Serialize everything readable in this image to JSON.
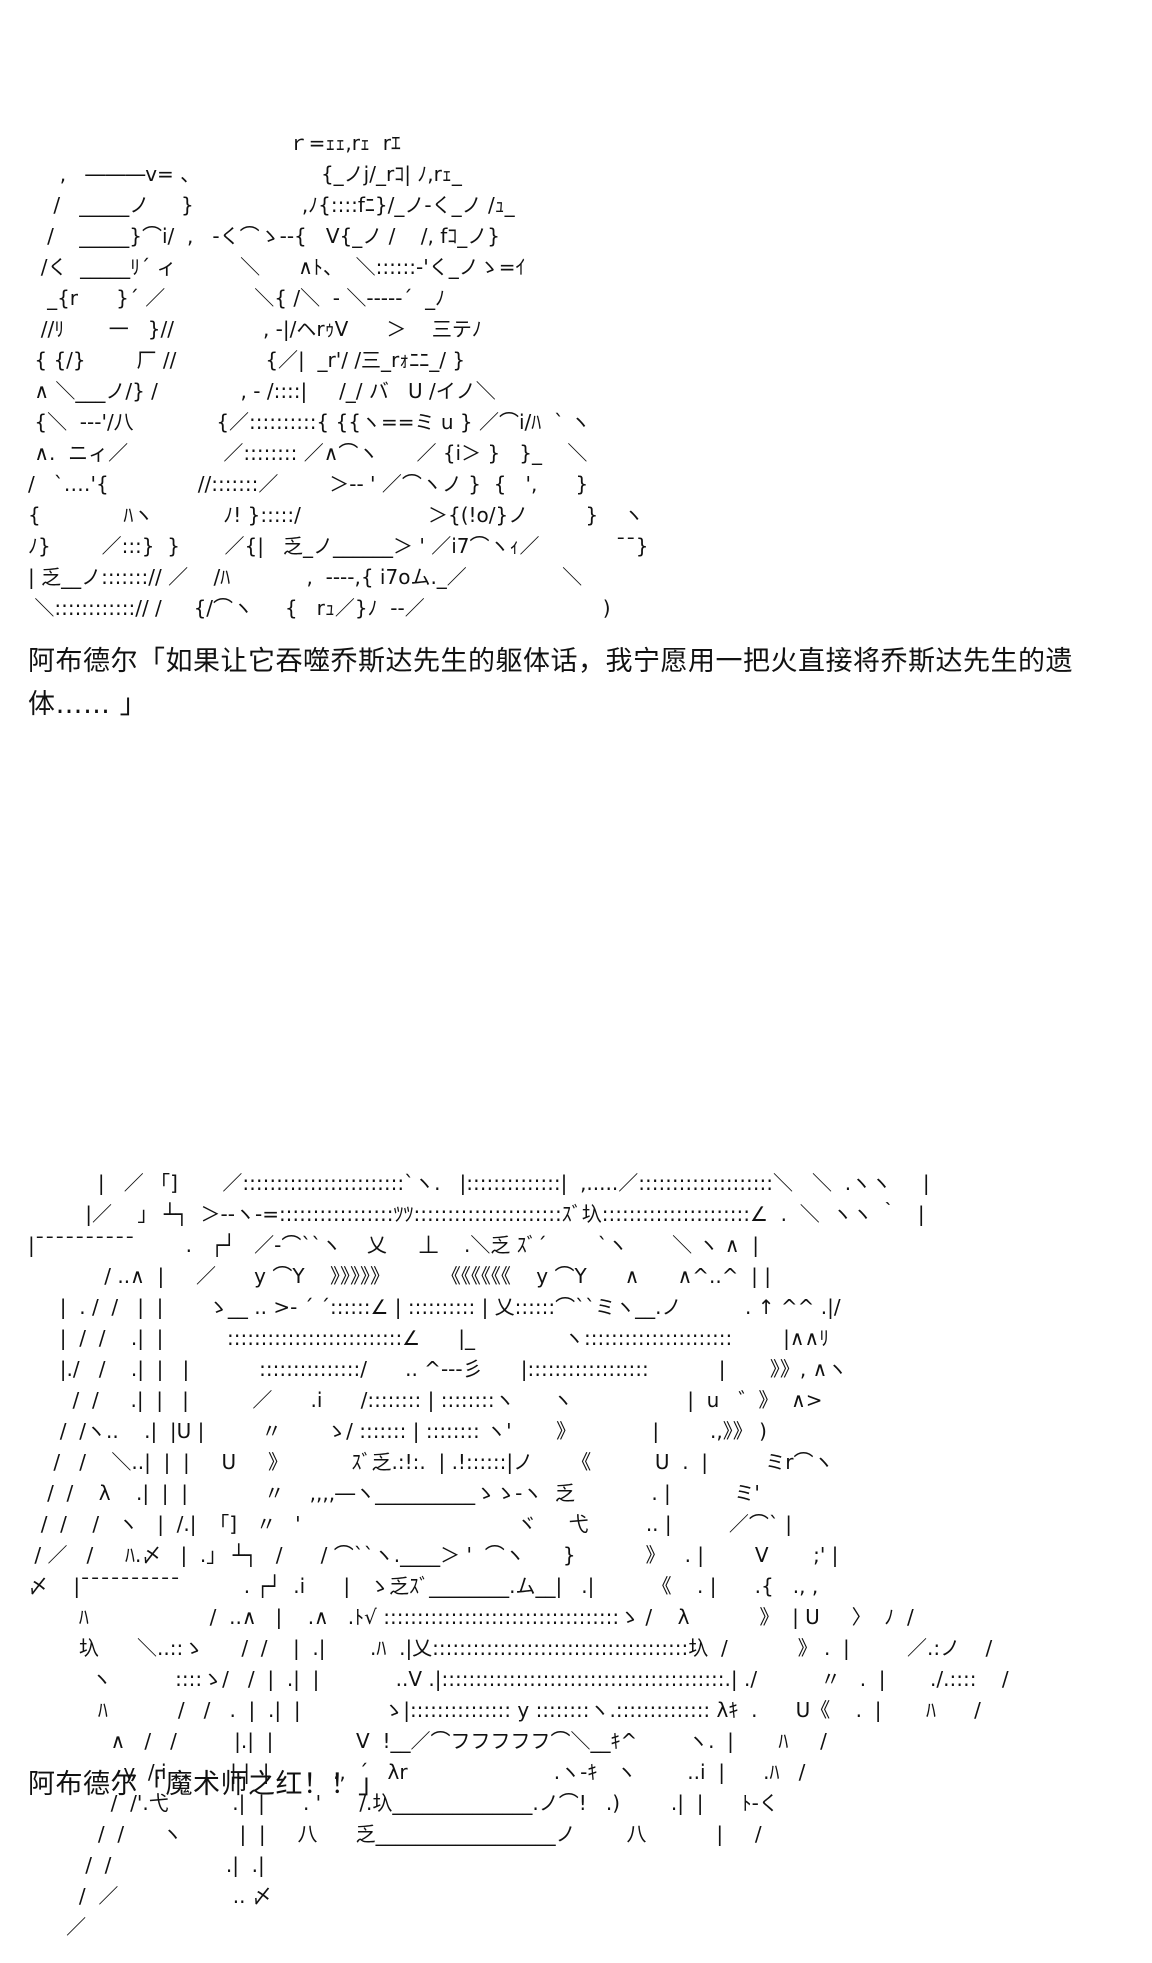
{
  "panel1": {
    "ascii_art": "                                         ｒ=ｪｪ,rｪ  rｴ\n     ,   ―――v= 、                   {_ノj/_rｺ| ﾉ,rｪ_\n    /   _____ノ     }                 ,ﾉ{::::fﾆ}/_ノ‐く_ノ /ｭ_\n   /    _____}⌒i/  ,   ‐く⌒ゝ‐-{   V{_ノ /    /, fｺ_ノ}\n  /く  _____ﾘ´ ィ          ＼      ∧ﾄ、  ＼::::::‐'く_ノゝ=ｲ\n   _{r      }´ ／              ＼{ /＼  ‐ ＼-----´  _ﾉ\n  //ﾘ       一   }//              , ‐|/ヘrｩV      ＞    三テﾉ\n { {/}        厂 //              {／|  _r'/ /三_rｫﾆﾆ_/ }\n ∧ ＼___ノ/} /             , ‐ /::::|     /_/ バ   U /イノ＼\n {＼  ‐‐‐'/八             {／::::::::::{ {{ヽ==ミ u } ／⌒i/ﾊ  ` ヽ\n ∧.  ニィ／               ／:::::::: ／∧⌒ヽ      ／ {i＞ }   }_    ＼\n/   `‥‥'{              //:::::::／        ＞‐‐ ' ／⌒ヽノ }  {   ',      }\n{             ﾊヽ           ﾉ! }:::::/                    ＞{(!o/}ノ         }    ヽ\nﾉ}        ／:::}  }       ／{|   乏_ノ______＞ ' ／i7⌒ヽｨ／            ¯¯}\n| 乏__ノ:::::::// ／    /ﾊ            ,  ‐‐‐‐,{ i7oム._／               ＼\n ＼::::::::::::// /     {/⌒ヽ     {   rｭ／}ﾉ  ‐‐／                            )",
    "caption": "阿布德尔「如果让它吞噬乔斯达先生的躯体话，我宁愿用一把火直接将乔斯达先生的遗体…… 」"
  },
  "panel2": {
    "ascii_art": "           |   ／ 「]       ／::::::::::::::::::::::::`ヽ.   |::::::::::::::|  ,.....／::::::::::::::::::::＼   ＼  .ヽヽ     |\n         |／    」 ┴┐  ＞‐‐ヽ‐=:::::::::::::::::ﾂﾂ::::::::::::::::::::::ｽﾞ圦::::::::::::::::::::::∠  .  ＼  ヽヽ ｀   |\n|¯¯¯¯¯¯¯¯¯¯        .   ┌┘   ／‐⌒``ヽ    乂     丄    .＼乏 ｽﾞ´        `ヽ       ＼ ヽ ∧  |\n            / ..∧  |     ／      y ⌒Y    》》》》》        《《《《《《    y ⌒Y      ∧      ∧^..^  | |\n     |  . /  /   |  |       ゝ__ .. >‐ ´ ´::::::∠ | :::::::::: | 乂::::::⌒``ミヽ__.ノ          . ↑ ^^ .|/\n     |  /  /    .|  |          ::::::::::::::::::::::::::∠      |_              ヽ::::::::::::::::::::::        |∧∧ﾘ\n     |./   /    .|  |   |           :::::::::::::::/      .. ^‐‐-彡      |::::::::::::::::::           |       》》, ∧ヽ\n       /  /     .|  |   |          ／      .i      /:::::::: | ::::::::ヽ      ヽ                  |  u   ゛》  ∧>\n     /  /ヽ..    .|  |U |         〃       ゝ/ ::::::: | :::::::: ヽ'       》            |        .,》》 )\n    /   /    ＼..|  |  |     U     》          ｽﾞ乏.:!:.  | .!::::::|ノ      《          U  .  |         ミr⌒ヽ\n   /  /    λ    .|  |  |            〃    ,,,,―ヽ__________ゝゝ‐ヽ  乏            . |          ミ'\n  /  /    /   ヽ   |  /.|  「]   〃   '                                  ヾ     弋         .. |         ／⌒` |\n / ／   /     ﾊ.〆   |  .」 ┴┐   /      / ⌒``ヽ.____＞ '  ⌒ヽ      }           》   . |        V       ;' |\n〆    |¯¯¯¯¯¯¯¯¯¯          . ┌┘  .i      |   ゝ乏ｽﾞ________.ム__|   .|         《    . |      .{   ., ,\n        ﾊ                   /  ..∧   |    .∧   .ﾄ√ :::::::::::::::::::::::::::::::::::ゝ /    λ           》  | U     〉  ﾉ  /\n        圦      ＼..::ゝ      /  /    |  .|       .ﾊ  .|乂::::::::::::::::::::::::::::::::::::::圦  /           》 .  |         ／.:ノ    /\n          ヽ          ::::ゝ/   /  |  .|  |            ..V .|::::::::::::::::::::::::::::::::::::::::::.| ./          〃   .  |       ./.::::    /\n           ﾊ           /   /   .  |  .|  |             ゝ|::::::::::::::: y ::::::::ヽ.:::::::::::::: λｷ  .      U《    .  |       ﾊ      /\n             ∧   /   /         |.|  |             V  !__／⌒フフフフフ⌒＼__ｷ^        ヽ.  |       ﾊ     /\n               y  /.i          |.|  |          .,  ´   λr                       .ヽ‐ｷ   ヽ        ..i  |      .ﾊ   /\n             /  /'.弋          .|  |      . '      /.圦______________.ノ⌒!   .)        .|  |      ﾄ‐く\n           /  /      ヽ         |  |     八      乏__________________ノ        八           |     /\n         /  /                  .|  .|\n        /  ／                  .. 〆\n      ／",
    "caption": "阿布德尔「魔术师之红！！」"
  },
  "colors": {
    "background": "#ffffff",
    "text": "#111111"
  }
}
